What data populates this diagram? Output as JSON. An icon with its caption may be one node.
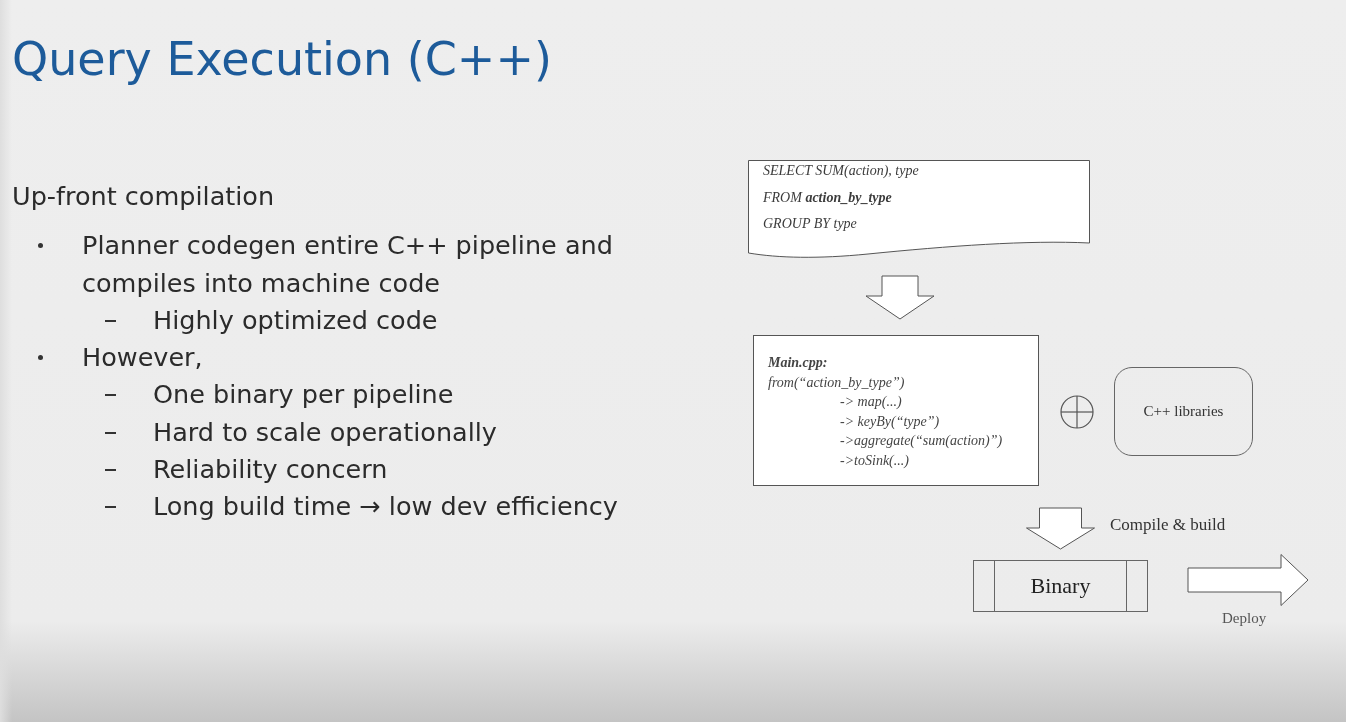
{
  "diagram": {
    "title": "Query Execution (C++)",
    "nodes": [
      {
        "text": [
          "SELECT SUM(action), type",
          "FROM **action_by_type**",
          "GROUP BY type"
        ]
      },
      {
        "text": [
          "Main.cpp:",
          "from(“action_by_type”)",
          "-> map(...)",
          "-> keyBy(“type”)",
          "->aggregate(“sum(action)”)",
          "->toSink(...)"
        ]
      },
      {
        "text": [
          "C++ libraries"
        ]
      },
      {
        "text": [
          "Binary"
        ]
      }
    ],
    "edges": [
      {
        "from": 0,
        "to": 1,
        "arrow": "to"
      },
      {
        "from": 1,
        "to": 3,
        "arrow": "to",
        "label": "Compile & build"
      },
      {
        "from": 3,
        "to": null,
        "arrow": "to",
        "label": "Deploy"
      }
    ],
    "labels": [
      "Up-front compilation",
      "Planner codegen entire C++ pipeline and compiles into machine code",
      "Highly optimized code",
      "However,",
      "One binary per pipeline",
      "Hard to scale operationally",
      "Reliability concern",
      "Long build time → low dev efficiency"
    ]
  }
}
